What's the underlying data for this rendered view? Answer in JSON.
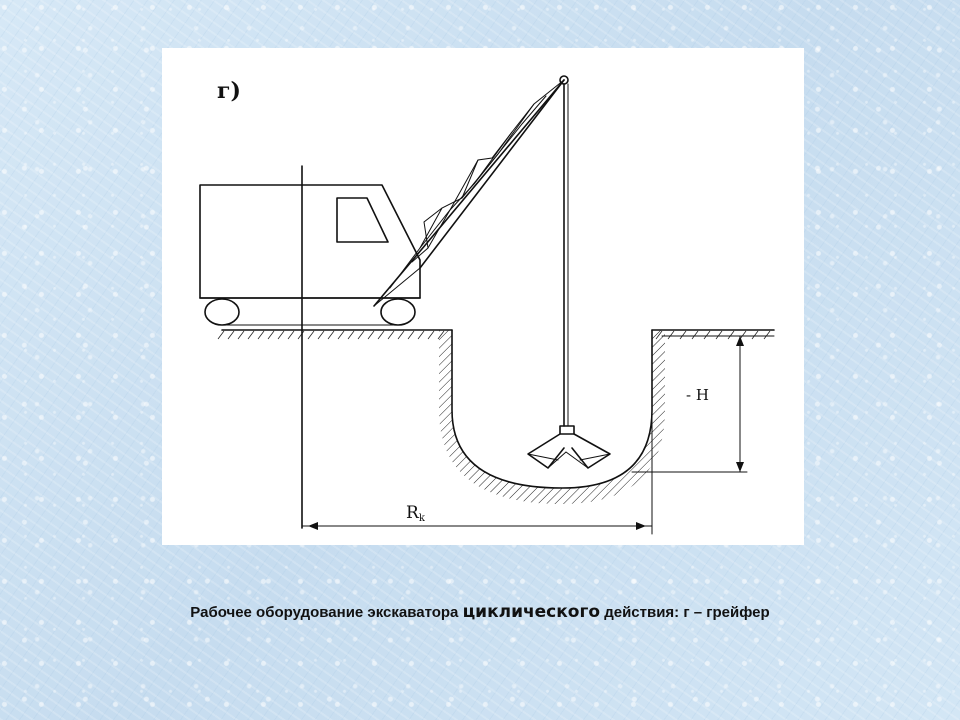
{
  "figure": {
    "panel_label": "г)",
    "depth_label": "- H",
    "radius_label_main": "R",
    "radius_label_sub": "k"
  },
  "caption": {
    "part1": "Рабочее оборудование экскаватора ",
    "part2": "циклического",
    "part3": " действия: г – грейфер"
  }
}
